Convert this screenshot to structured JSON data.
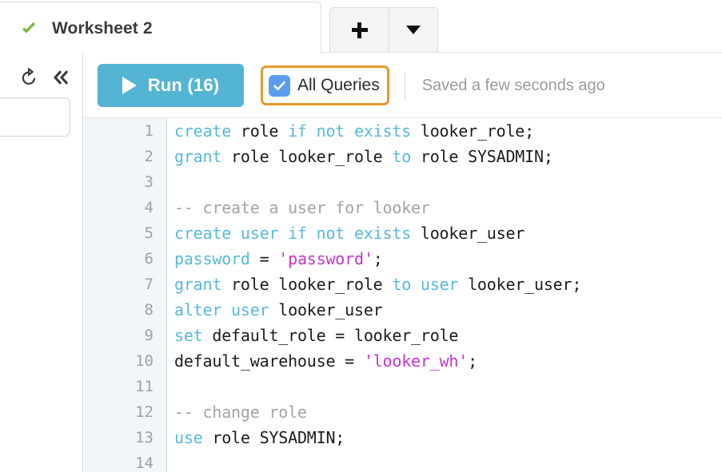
{
  "tabs": {
    "active": {
      "title": "Worksheet 2",
      "status_icon": "green-check-icon",
      "status_color": "#7cb342"
    },
    "add_button_icon": "plus-icon",
    "menu_button_icon": "caret-down-icon"
  },
  "left_rail": {
    "refresh_icon": "refresh-icon",
    "collapse_icon": "double-chevron-left-icon",
    "search_value": "",
    "search_placeholder": ""
  },
  "toolbar": {
    "run_label": "Run (16)",
    "run_icon": "play-icon",
    "run_color": "#54b4d3",
    "all_queries_label": "All Queries",
    "all_queries_checked": true,
    "all_queries_checkbox_color": "#5a9ded",
    "all_queries_focus_color": "#e29b28",
    "saved_status": "Saved a few seconds ago"
  },
  "editor": {
    "line_numbers": [
      "1",
      "2",
      "3",
      "4",
      "5",
      "6",
      "7",
      "8",
      "9",
      "10",
      "11",
      "12",
      "13",
      "14"
    ],
    "keyword_color": "#56b9dd",
    "string_color": "#c633d6",
    "comment_color": "#a3a3a3",
    "text_color": "#1c1c1c",
    "lines": [
      {
        "n": "1",
        "tokens": [
          {
            "t": "create",
            "c": "k"
          },
          {
            "t": " role ",
            "c": ""
          },
          {
            "t": "if not exists",
            "c": "k"
          },
          {
            "t": " looker_role;",
            "c": ""
          }
        ]
      },
      {
        "n": "2",
        "tokens": [
          {
            "t": "grant",
            "c": "k"
          },
          {
            "t": " role looker_role ",
            "c": ""
          },
          {
            "t": "to",
            "c": "k"
          },
          {
            "t": " role SYSADMIN;",
            "c": ""
          }
        ]
      },
      {
        "n": "3",
        "tokens": []
      },
      {
        "n": "4",
        "tokens": [
          {
            "t": "-- create a user for looker",
            "c": "c"
          }
        ]
      },
      {
        "n": "5",
        "tokens": [
          {
            "t": "create user if not exists",
            "c": "k"
          },
          {
            "t": " looker_user",
            "c": ""
          }
        ]
      },
      {
        "n": "6",
        "tokens": [
          {
            "t": "password",
            "c": "k"
          },
          {
            "t": " = ",
            "c": ""
          },
          {
            "t": "'password'",
            "c": "s"
          },
          {
            "t": ";",
            "c": ""
          }
        ]
      },
      {
        "n": "7",
        "tokens": [
          {
            "t": "grant",
            "c": "k"
          },
          {
            "t": " role looker_role ",
            "c": ""
          },
          {
            "t": "to user",
            "c": "k"
          },
          {
            "t": " looker_user;",
            "c": ""
          }
        ]
      },
      {
        "n": "8",
        "tokens": [
          {
            "t": "alter user",
            "c": "k"
          },
          {
            "t": " looker_user",
            "c": ""
          }
        ]
      },
      {
        "n": "9",
        "tokens": [
          {
            "t": "set",
            "c": "k"
          },
          {
            "t": " default_role = looker_role",
            "c": ""
          }
        ]
      },
      {
        "n": "10",
        "tokens": [
          {
            "t": "default_warehouse = ",
            "c": ""
          },
          {
            "t": "'looker_wh'",
            "c": "s"
          },
          {
            "t": ";",
            "c": ""
          }
        ]
      },
      {
        "n": "11",
        "tokens": []
      },
      {
        "n": "12",
        "tokens": [
          {
            "t": "-- change role",
            "c": "c"
          }
        ]
      },
      {
        "n": "13",
        "tokens": [
          {
            "t": "use",
            "c": "k"
          },
          {
            "t": " role SYSADMIN;",
            "c": ""
          }
        ]
      },
      {
        "n": "14",
        "tokens": []
      }
    ]
  }
}
